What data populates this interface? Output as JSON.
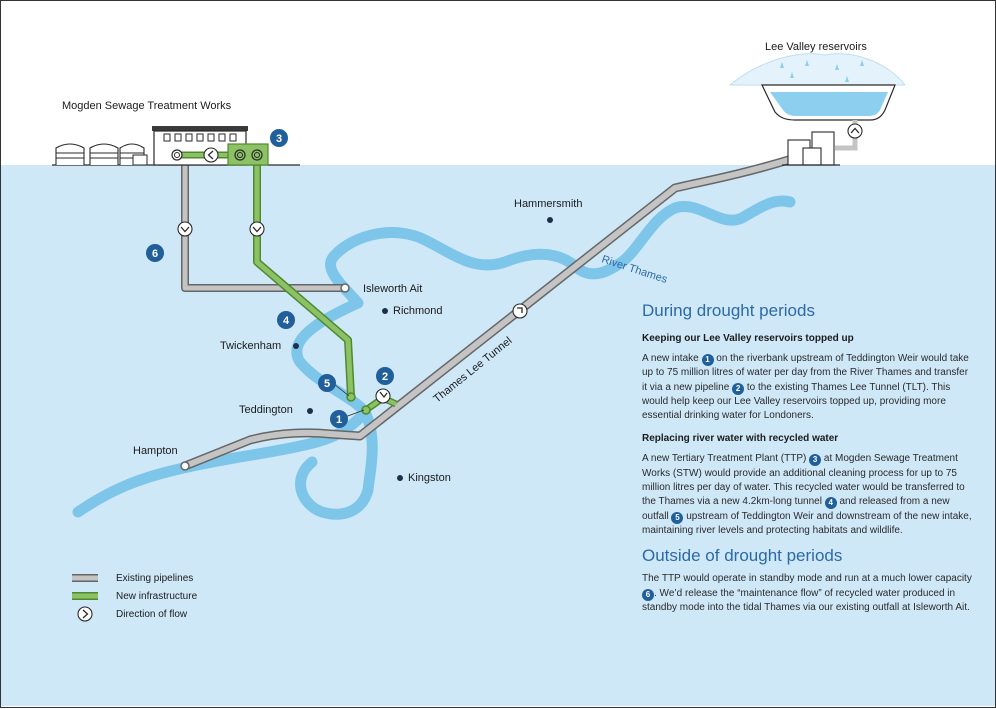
{
  "places": {
    "mogden": "Mogden Sewage Treatment Works",
    "lee_valley": "Lee Valley reservoirs",
    "hammersmith": "Hammersmith",
    "river_thames": "River Thames",
    "isleworth_ait": "Isleworth Ait",
    "richmond": "Richmond",
    "twickenham": "Twickenham",
    "teddington": "Teddington",
    "hampton": "Hampton",
    "kingston": "Kingston",
    "thames_lee_tunnel": "Thames Lee Tunnel"
  },
  "markers": {
    "m1": "1",
    "m2": "2",
    "m3": "3",
    "m4": "4",
    "m5": "5",
    "m6": "6"
  },
  "legend": {
    "existing": "Existing pipelines",
    "new": "New infrastructure",
    "flow": "Direction of flow"
  },
  "colors": {
    "water": "#cfe8f8",
    "river": "#7ec5ea",
    "existing_pipe": "#b8b8b8",
    "new_pipe": "#8cc265",
    "marker": "#215f9a",
    "heading": "#2c6aa6"
  },
  "panel": {
    "drought_title": "During drought periods",
    "keeping_title": "Keeping our Lee Valley reservoirs topped up",
    "keeping_p1": "A new intake",
    "keeping_p2": "on the riverbank upstream of Teddington Weir would take up to 75 million litres of water per day from the River Thames and transfer it via a new pipeline",
    "keeping_p3": "to the existing Thames Lee Tunnel (TLT). This would help keep our Lee Valley reservoirs topped up, providing more essential drinking water for Londoners.",
    "replacing_title": "Replacing river water with recycled water",
    "replacing_p1": "A new Tertiary Treatment Plant (TTP)",
    "replacing_p2": "at Mogden Sewage Treatment Works (STW) would provide an additional cleaning process for up to 75 million litres per day of water. This recycled water would be transferred to the Thames via a new 4.2km-long tunnel",
    "replacing_p3": "and released from a new outfall",
    "replacing_p4": "upstream of Teddington Weir and downstream of the new intake, maintaining river levels and protecting habitats and wildlife.",
    "outside_title": "Outside of drought periods",
    "outside_p1": "The TTP would operate in standby mode and run at a much lower capacity",
    "outside_p2": ". We’d release the “maintenance flow” of recycled water produced in standby mode into the tidal Thames via our existing outfall at Isleworth Ait."
  }
}
